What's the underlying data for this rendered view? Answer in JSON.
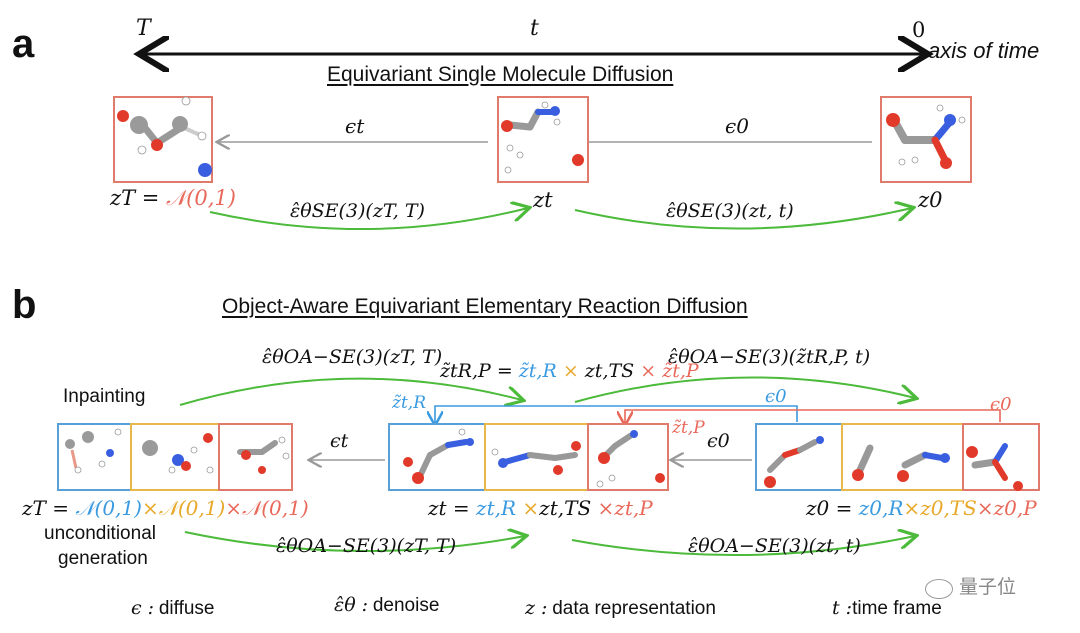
{
  "panel_a": {
    "letter": "a",
    "time_axis": {
      "T": "T",
      "t": "t",
      "zero": "0",
      "label": "axis of time"
    },
    "heading": "Equivariant Single Molecule Diffusion",
    "eps_t": "ϵt",
    "eps_0": "ϵ0",
    "zT": "zT = ",
    "zT_dist": "𝒩(0,1)",
    "zt": "zt",
    "z0": "z0",
    "denoise_1": "ε̂θSE(3)(zT, T)",
    "denoise_2": "ε̂θSE(3)(zt, t)"
  },
  "panel_b": {
    "letter": "b",
    "heading": "Object-Aware Equivariant Elementary Reaction Diffusion",
    "inpainting": "Inpainting",
    "unconditional_1": "unconditional",
    "unconditional_2": "generation",
    "top_denoise_1": "ε̂θOA−SE(3)(zT, T)",
    "top_denoise_2": "ε̂θOA−SE(3)(z̃tR,P, t)",
    "bottom_denoise_1": "ε̂θOA−SE(3)(zT, T)",
    "bottom_denoise_2": "ε̂θOA−SE(3)(zt, t)",
    "ztilde_lhs": "z̃tR,P = ",
    "ztilde_R": "z̃t,R",
    "ztilde_TS": "zt,TS",
    "ztilde_P": "z̃t,P",
    "times": "×",
    "label_ztR": "z̃t,R",
    "label_ztP": "z̃t,P",
    "eps_0_blue": "ϵ0",
    "eps_0_red": "ϵ0",
    "eps_0_mid": "ϵ0",
    "eps_t": "ϵt",
    "zT_lhs": "zT = ",
    "zT_1": "𝒩(0,1)",
    "zT_2": "𝒩(0,1)",
    "zT_3": "𝒩(0,1)",
    "zt_lhs": "zt = ",
    "zt_1": "zt,R",
    "zt_2": "zt,TS",
    "zt_3": "zt,P",
    "z0_lhs": "z0 = ",
    "z0_1": "z0,R",
    "z0_2": "z0,TS",
    "z0_3": "z0,P"
  },
  "legend": {
    "eps_sym": "ϵ :",
    "eps_text": "diffuse",
    "epshat_sym": "ε̂θ :",
    "epshat_text": "denoise",
    "z_sym": "z :",
    "z_text": "data representation",
    "t_sym": "t :",
    "t_text": "time frame"
  },
  "watermark": "量子位",
  "colors": {
    "red": "#e8685a",
    "blue": "#3a9ae0",
    "yellow": "#e8a82a",
    "green": "#4cba3a",
    "gray": "#9a9a9a"
  }
}
